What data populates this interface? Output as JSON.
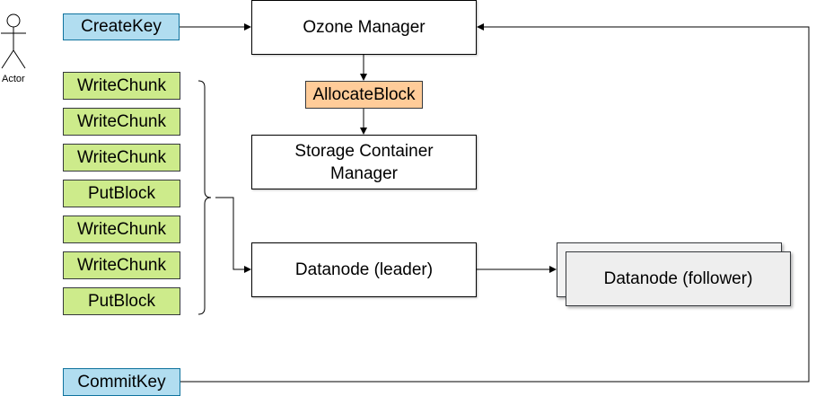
{
  "actor": {
    "label": "Actor"
  },
  "nodes": {
    "create_key": "CreateKey",
    "ozone_manager": "Ozone Manager",
    "allocate_block": "AllocateBlock",
    "scm_line1": "Storage Container",
    "scm_line2": "Manager",
    "datanode_leader": "Datanode (leader)",
    "datanode_follower": "Datanode (follower)",
    "commit_key": "CommitKey"
  },
  "operations": [
    "WriteChunk",
    "WriteChunk",
    "WriteChunk",
    "PutBlock",
    "WriteChunk",
    "WriteChunk",
    "PutBlock"
  ],
  "colors": {
    "blue_fill": "#b1ddf0",
    "blue_stroke": "#10739e",
    "green_fill": "#cdeb8b",
    "orange_fill": "#ffcc99",
    "follower_fill": "#eeeeee"
  }
}
